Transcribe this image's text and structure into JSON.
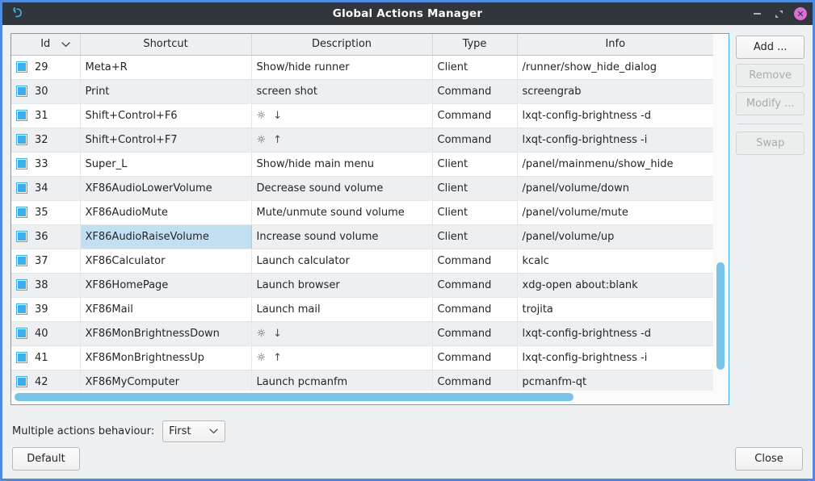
{
  "window": {
    "title": "Global Actions Manager",
    "icon": "lxqt-logo-icon",
    "controls": {
      "minimize": "minimize-icon",
      "maximize": "maximize-icon",
      "close": "✕"
    }
  },
  "table": {
    "columns": [
      "Id",
      "Shortcut",
      "Description",
      "Type",
      "Info"
    ],
    "sort_column": "Id",
    "sort_indicator": "chevron-down",
    "selected_row_id": "36",
    "selected_cell_column": "Shortcut",
    "rows": [
      {
        "id": "29",
        "shortcut": "Meta+R",
        "description": "Show/hide runner",
        "type": "Client",
        "info": "/runner/show_hide_dialog",
        "enabled": true,
        "clipped": true
      },
      {
        "id": "30",
        "shortcut": "Print",
        "description": "screen shot",
        "type": "Command",
        "info": "screengrab",
        "enabled": true
      },
      {
        "id": "31",
        "shortcut": "Shift+Control+F6",
        "description": "☼ ↓",
        "type": "Command",
        "info": "lxqt-config-brightness -d",
        "enabled": true,
        "glyph": true
      },
      {
        "id": "32",
        "shortcut": "Shift+Control+F7",
        "description": "☼ ↑",
        "type": "Command",
        "info": "lxqt-config-brightness -i",
        "enabled": true,
        "glyph": true
      },
      {
        "id": "33",
        "shortcut": "Super_L",
        "description": "Show/hide main menu",
        "type": "Client",
        "info": "/panel/mainmenu/show_hide",
        "enabled": true
      },
      {
        "id": "34",
        "shortcut": "XF86AudioLowerVolume",
        "description": "Decrease sound volume",
        "type": "Client",
        "info": "/panel/volume/down",
        "enabled": true
      },
      {
        "id": "35",
        "shortcut": "XF86AudioMute",
        "description": "Mute/unmute sound volume",
        "type": "Client",
        "info": "/panel/volume/mute",
        "enabled": true
      },
      {
        "id": "36",
        "shortcut": "XF86AudioRaiseVolume",
        "description": "Increase sound volume",
        "type": "Client",
        "info": "/panel/volume/up",
        "enabled": true
      },
      {
        "id": "37",
        "shortcut": "XF86Calculator",
        "description": "Launch calculator",
        "type": "Command",
        "info": "kcalc",
        "enabled": true
      },
      {
        "id": "38",
        "shortcut": "XF86HomePage",
        "description": "Launch browser",
        "type": "Command",
        "info": "xdg-open about:blank",
        "enabled": true
      },
      {
        "id": "39",
        "shortcut": "XF86Mail",
        "description": "Launch mail",
        "type": "Command",
        "info": "trojita",
        "enabled": true
      },
      {
        "id": "40",
        "shortcut": "XF86MonBrightnessDown",
        "description": "☼ ↓",
        "type": "Command",
        "info": "lxqt-config-brightness -d",
        "enabled": true,
        "glyph": true
      },
      {
        "id": "41",
        "shortcut": "XF86MonBrightnessUp",
        "description": "☼ ↑",
        "type": "Command",
        "info": "lxqt-config-brightness -i",
        "enabled": true,
        "glyph": true
      },
      {
        "id": "42",
        "shortcut": "XF86MyComputer",
        "description": "Launch pcmanfm",
        "type": "Command",
        "info": "pcmanfm-qt",
        "enabled": true
      }
    ]
  },
  "side_buttons": [
    {
      "label": "Add ...",
      "enabled": true
    },
    {
      "label": "Remove",
      "enabled": false
    },
    {
      "label": "Modify ...",
      "enabled": false
    },
    {
      "label": "Swap",
      "enabled": false
    }
  ],
  "bottom": {
    "behaviour_label": "Multiple actions behaviour:",
    "behaviour_value": "First",
    "default_label": "Default",
    "close_label": "Close"
  },
  "colors": {
    "accent": "#3daee9",
    "window_border": "#4f8ce0",
    "titlebar": "#31363b",
    "body_bg": "#eff0f1",
    "selection": "#c3e0f2",
    "scrollbar_thumb": "#78c3e8",
    "close_button": "#da70d6"
  }
}
